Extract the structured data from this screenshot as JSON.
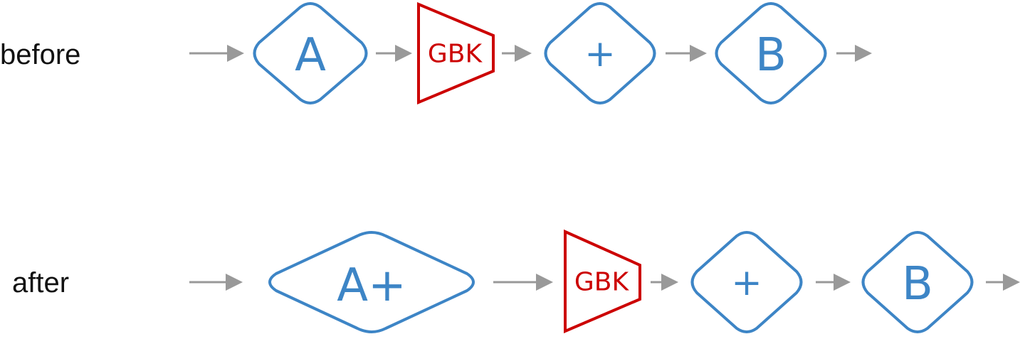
{
  "colors": {
    "node_stroke": "#3d85c6",
    "node_text": "#3d85c6",
    "gbk_stroke": "#cc0000",
    "gbk_text": "#cc0000",
    "arrow": "#999999",
    "label": "#111111"
  },
  "rows": {
    "before": {
      "label": "before",
      "nodes": {
        "a": "A",
        "gbk": "GBK",
        "plus": "+",
        "b": "B"
      }
    },
    "after": {
      "label": "after",
      "nodes": {
        "a_plus": "A+",
        "gbk": "GBK",
        "plus": "+",
        "b": "B"
      }
    }
  }
}
